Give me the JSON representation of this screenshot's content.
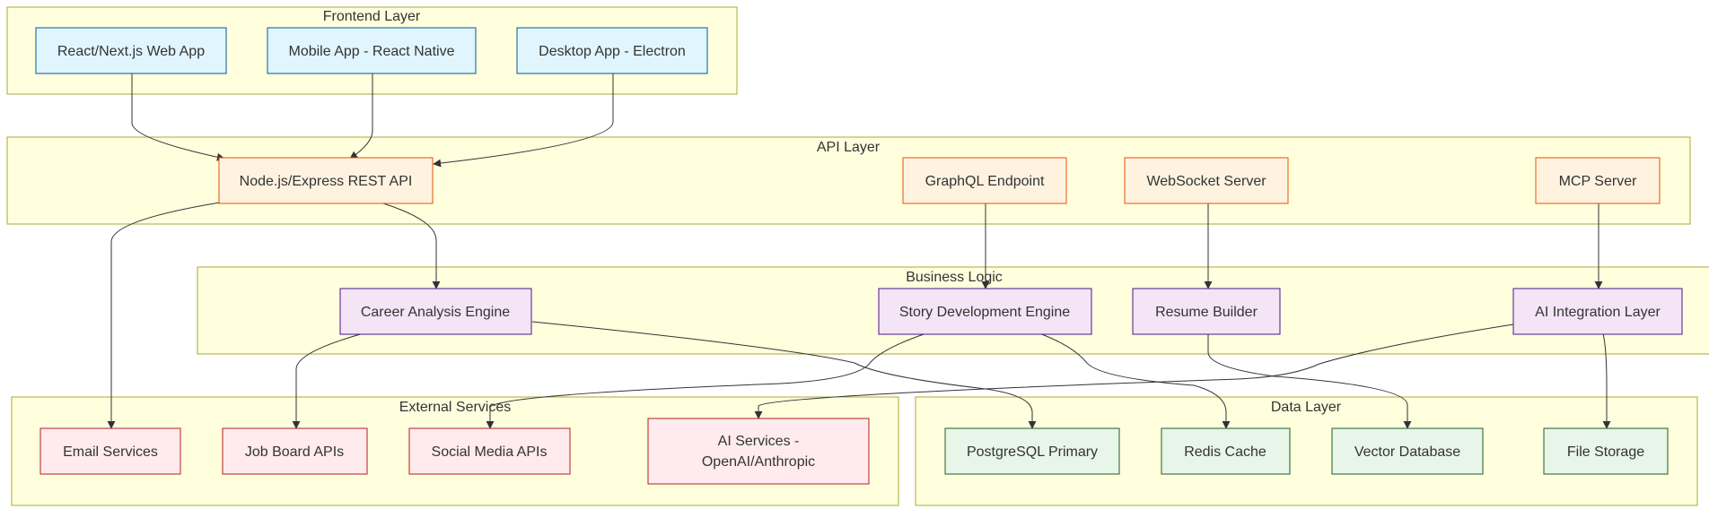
{
  "clusters": {
    "frontend": "Frontend Layer",
    "api": "API Layer",
    "business": "Business Logic",
    "external": "External Services",
    "data": "Data Layer"
  },
  "nodes": {
    "web_app": "React/Next.js Web App",
    "mobile_app": "Mobile App - React Native",
    "desktop_app": "Desktop App - Electron",
    "rest_api": "Node.js/Express REST API",
    "graphql": "GraphQL Endpoint",
    "websocket": "WebSocket Server",
    "mcp": "MCP Server",
    "career_engine": "Career Analysis Engine",
    "story_engine": "Story Development Engine",
    "resume_builder": "Resume Builder",
    "ai_layer": "AI Integration Layer",
    "email": "Email Services",
    "job_board": "Job Board APIs",
    "social_media": "Social Media APIs",
    "ai_services_line1": "AI Services -",
    "ai_services_line2": "OpenAI/Anthropic",
    "postgres": "PostgreSQL Primary",
    "redis": "Redis Cache",
    "vector_db": "Vector Database",
    "file_storage": "File Storage"
  },
  "colors": {
    "cluster_fill": "#ffffde",
    "cluster_stroke": "#aaaa33",
    "frontend_fill": "#e1f5fe",
    "frontend_stroke": "#01579b",
    "api_fill": "#fff3e0",
    "api_stroke": "#e65100",
    "business_fill": "#f3e5f5",
    "business_stroke": "#4a148c",
    "external_fill": "#ffebee",
    "external_stroke": "#b71c1c",
    "data_fill": "#e8f5e9",
    "data_stroke": "#1b5e20",
    "edge": "#333333"
  }
}
